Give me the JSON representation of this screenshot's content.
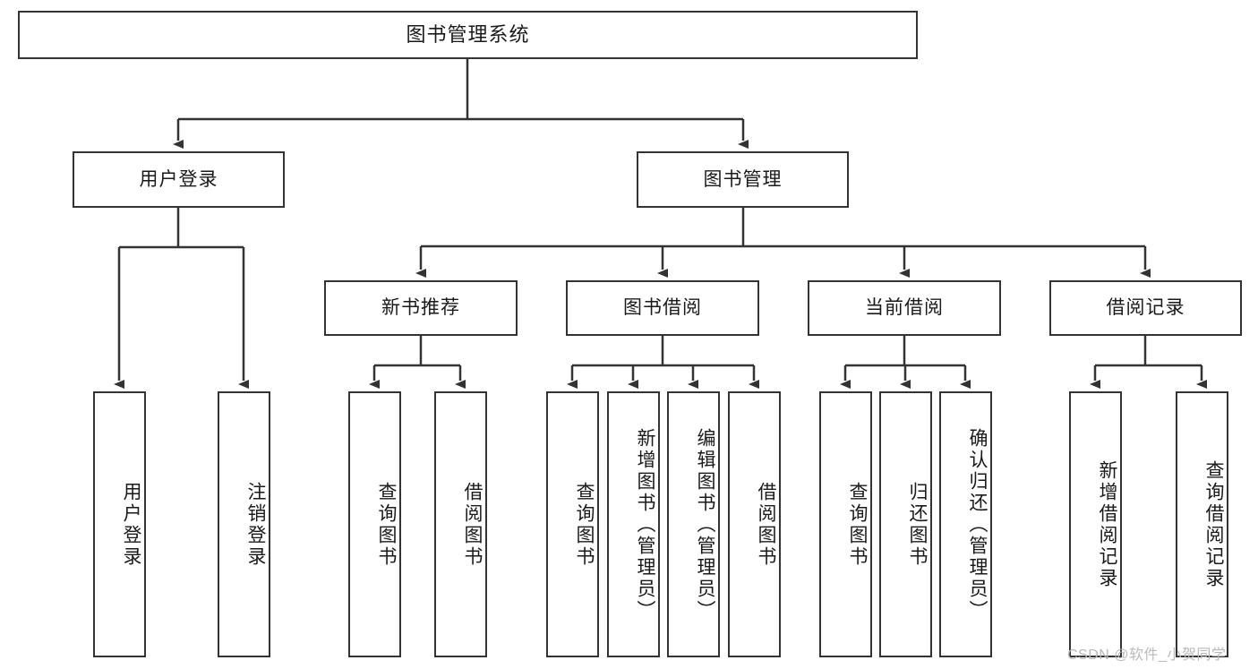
{
  "diagram": {
    "title": "图书管理系统",
    "type": "tree-hierarchy",
    "orientation": "top-down",
    "nodes": {
      "root": {
        "label": "图书管理系统"
      },
      "level2": [
        {
          "id": "user-login",
          "label": "用户登录"
        },
        {
          "id": "book-manage",
          "label": "图书管理"
        }
      ],
      "level3": [
        {
          "id": "new-book-recommend",
          "label": "新书推荐"
        },
        {
          "id": "book-borrow",
          "label": "图书借阅"
        },
        {
          "id": "current-borrow",
          "label": "当前借阅"
        },
        {
          "id": "borrow-record",
          "label": "借阅记录"
        }
      ],
      "leaves": {
        "user_login": [
          {
            "id": "leaf-user-login",
            "label": "用户登录"
          },
          {
            "id": "leaf-logout",
            "label": "注销登录"
          }
        ],
        "new_book_recommend": [
          {
            "id": "leaf-query-book-1",
            "label": "查询图书"
          },
          {
            "id": "leaf-borrow-book-1",
            "label": "借阅图书"
          }
        ],
        "book_borrow": [
          {
            "id": "leaf-query-book-2",
            "label": "查询图书"
          },
          {
            "id": "leaf-add-book",
            "label": "新增图书（管理员）"
          },
          {
            "id": "leaf-edit-book",
            "label": "编辑图书（管理员）"
          },
          {
            "id": "leaf-borrow-book-2",
            "label": "借阅图书"
          }
        ],
        "current_borrow": [
          {
            "id": "leaf-query-book-3",
            "label": "查询图书"
          },
          {
            "id": "leaf-return-book",
            "label": "归还图书"
          },
          {
            "id": "leaf-confirm-return",
            "label": "确认归还（管理员）"
          }
        ],
        "borrow_record": [
          {
            "id": "leaf-add-record",
            "label": "新增借阅记录"
          },
          {
            "id": "leaf-query-record",
            "label": "查询借阅记录"
          }
        ]
      }
    },
    "colors": {
      "border": "#333333",
      "background": "#ffffff",
      "text": "#1a1a1a",
      "watermark": "#b9b9b9"
    }
  },
  "watermark": {
    "text": "CSDN @软件_小贺同学"
  }
}
